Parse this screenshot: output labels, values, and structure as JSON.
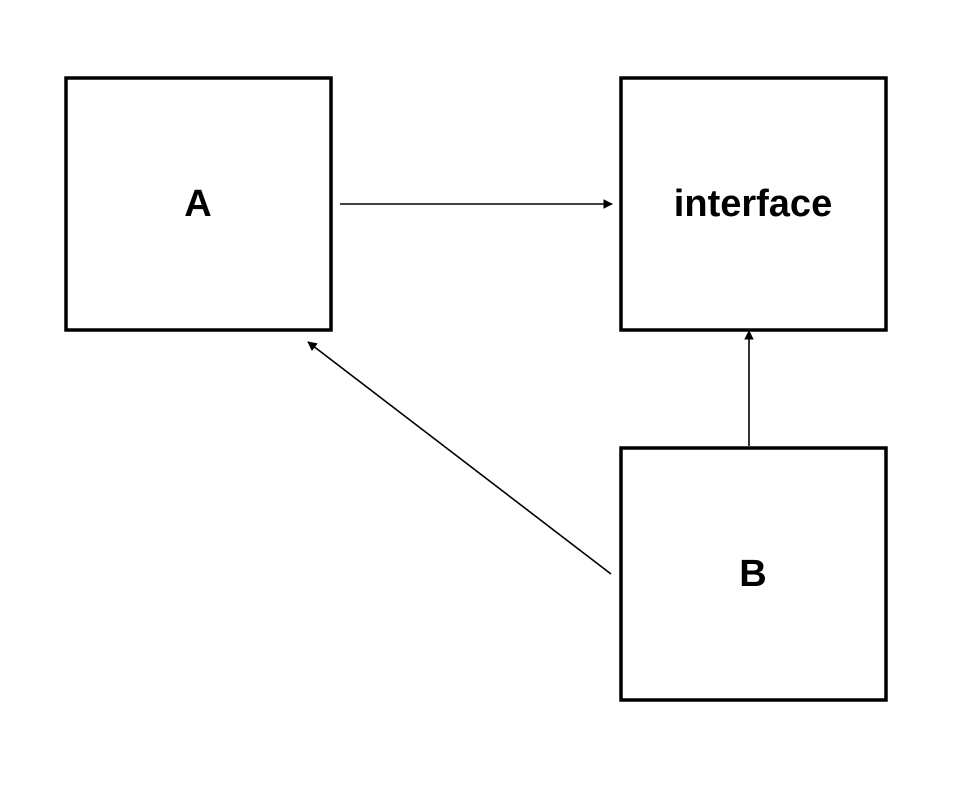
{
  "nodes": {
    "a": {
      "label": "A"
    },
    "interface": {
      "label": "interface"
    },
    "b": {
      "label": "B"
    }
  },
  "edges": [
    {
      "from": "A",
      "to": "interface"
    },
    {
      "from": "B",
      "to": "interface"
    },
    {
      "from": "B",
      "to": "A"
    }
  ],
  "colors": {
    "stroke": "#000000",
    "background": "#ffffff"
  }
}
